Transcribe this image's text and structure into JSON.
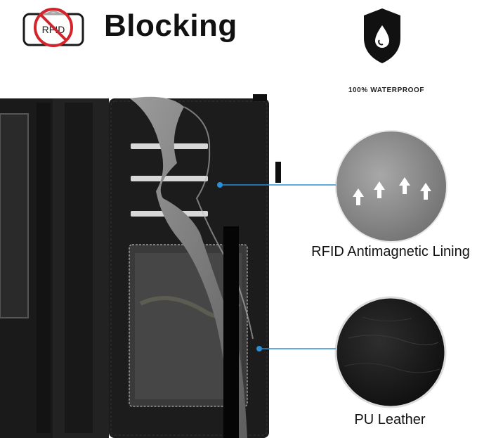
{
  "header": {
    "badge_text": "RFID",
    "title": "Blocking",
    "waterproof_label": "100% WATERPROOF"
  },
  "features": [
    {
      "label": "RFID Antimagnetic Lining"
    },
    {
      "label": "PU Leather"
    }
  ],
  "icons": {
    "badge": "rfid-blocked-icon",
    "shield": "waterproof-shield-icon"
  },
  "colors": {
    "accent_callout": "#2a8fd6",
    "leather": "#1b1b1b",
    "lining": "#8a8a8a"
  }
}
